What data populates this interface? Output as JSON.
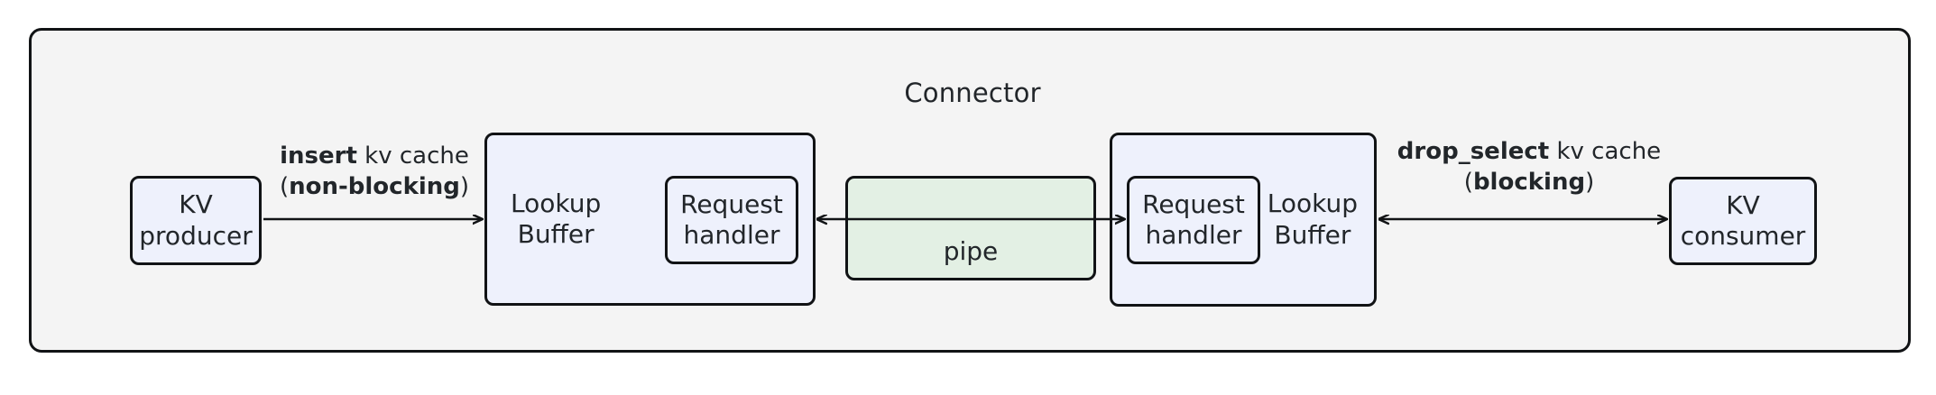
{
  "diagram": {
    "title": "Connector",
    "colors": {
      "container_fill": "#f4f4f4",
      "node_blue_fill": "#eef1fc",
      "pipe_green_fill": "#e3f0e4",
      "stroke": "#111315",
      "text": "#22262a"
    }
  },
  "nodes": {
    "kv_producer": {
      "line1": "KV",
      "line2": "producer"
    },
    "kv_consumer": {
      "line1": "KV",
      "line2": "consumer"
    },
    "lookup_buffer_left": {
      "line1": "Lookup",
      "line2": "Buffer"
    },
    "lookup_buffer_right": {
      "line1": "Lookup",
      "line2": "Buffer"
    },
    "request_handler_left": {
      "line1": "Request",
      "line2": "handler"
    },
    "request_handler_right": {
      "line1": "Request",
      "line2": "handler"
    },
    "pipe": {
      "label": "pipe"
    }
  },
  "edges": {
    "insert": {
      "line1_bold": "insert",
      "line1_rest": " kv cache",
      "line2_open": "(",
      "line2_bold": "non-blocking",
      "line2_close": ")",
      "direction": "producer-to-lookup-buffer"
    },
    "drop_select": {
      "line1_bold": "drop_select",
      "line1_rest": " kv cache",
      "line2_open": "(",
      "line2_bold": "blocking",
      "line2_close": ")",
      "direction": "bidirectional"
    },
    "pipe_edge": {
      "direction": "bidirectional"
    }
  }
}
